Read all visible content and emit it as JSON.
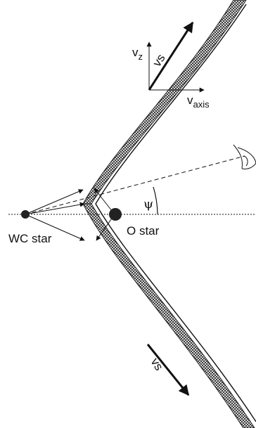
{
  "labels": {
    "wc_star": "WC star",
    "o_star": "O star",
    "v_z_main": "v",
    "v_z_sub": "z",
    "v_s_top": "vs",
    "v_axis_main": "v",
    "v_axis_sub": "axis",
    "psi": "ψ",
    "v_s_bottom": "vs"
  },
  "icons": {
    "observer": "eye-icon"
  },
  "colors": {
    "ink": "#111111",
    "shell": "#555555",
    "background": "#ffffff"
  }
}
